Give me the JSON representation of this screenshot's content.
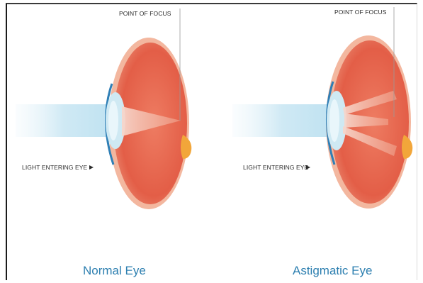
{
  "panels": [
    {
      "caption": "Normal Eye",
      "focus_label": "POINT OF FOCUS",
      "light_label": "LIGHT ENTERING EYE"
    },
    {
      "caption": "Astigmatic Eye",
      "focus_label": "POINT OF FOCUS",
      "light_label": "LIGHT ENTERING EYE"
    }
  ],
  "colors": {
    "eye_body": "#e5644d",
    "eye_edge": "#f3b79f",
    "cornea": "#2f7fb6",
    "lens": "#cfe9f3",
    "light_beam": "#cfe8f3",
    "optic_nerve": "#f2a63a",
    "caption": "#2d7fb0"
  }
}
